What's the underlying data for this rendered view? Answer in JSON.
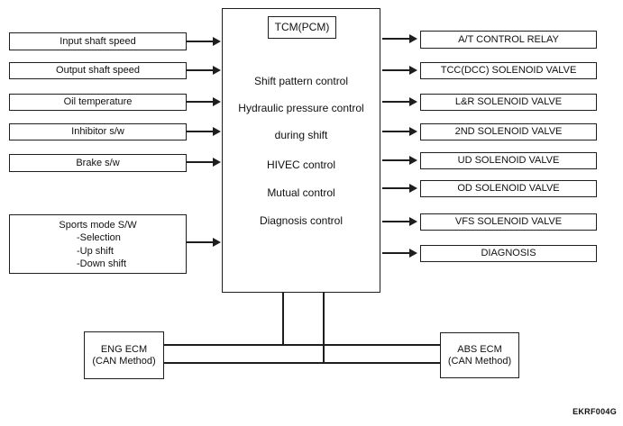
{
  "center": {
    "title": "TCM(PCM)",
    "functions": [
      "Shift pattern control",
      "Hydraulic pressure control",
      "during shift",
      "HIVEC control",
      "Mutual control",
      "Diagnosis control"
    ]
  },
  "inputs": [
    "Input shaft speed",
    "Output shaft speed",
    "Oil temperature",
    "Inhibitor s/w",
    "Brake s/w"
  ],
  "sports_mode": {
    "title": "Sports mode S/W",
    "items": [
      "-Selection",
      "-Up shift",
      "-Down shift"
    ]
  },
  "outputs": [
    "A/T CONTROL RELAY",
    "TCC(DCC) SOLENOID VALVE",
    "L&R  SOLENOID VALVE",
    "2ND SOLENOID VALVE",
    "UD SOLENOID VALVE",
    "OD SOLENOID VALVE",
    "VFS SOLENOID VALVE",
    "DIAGNOSIS"
  ],
  "ecm_left": {
    "name": "ENG ECM",
    "method": "(CAN Method)"
  },
  "ecm_right": {
    "name": "ABS ECM",
    "method": "(CAN  Method)"
  },
  "figure_code": "EKRF004G",
  "colors": {
    "line": "#1e1e1e",
    "background": "#ffffff"
  }
}
